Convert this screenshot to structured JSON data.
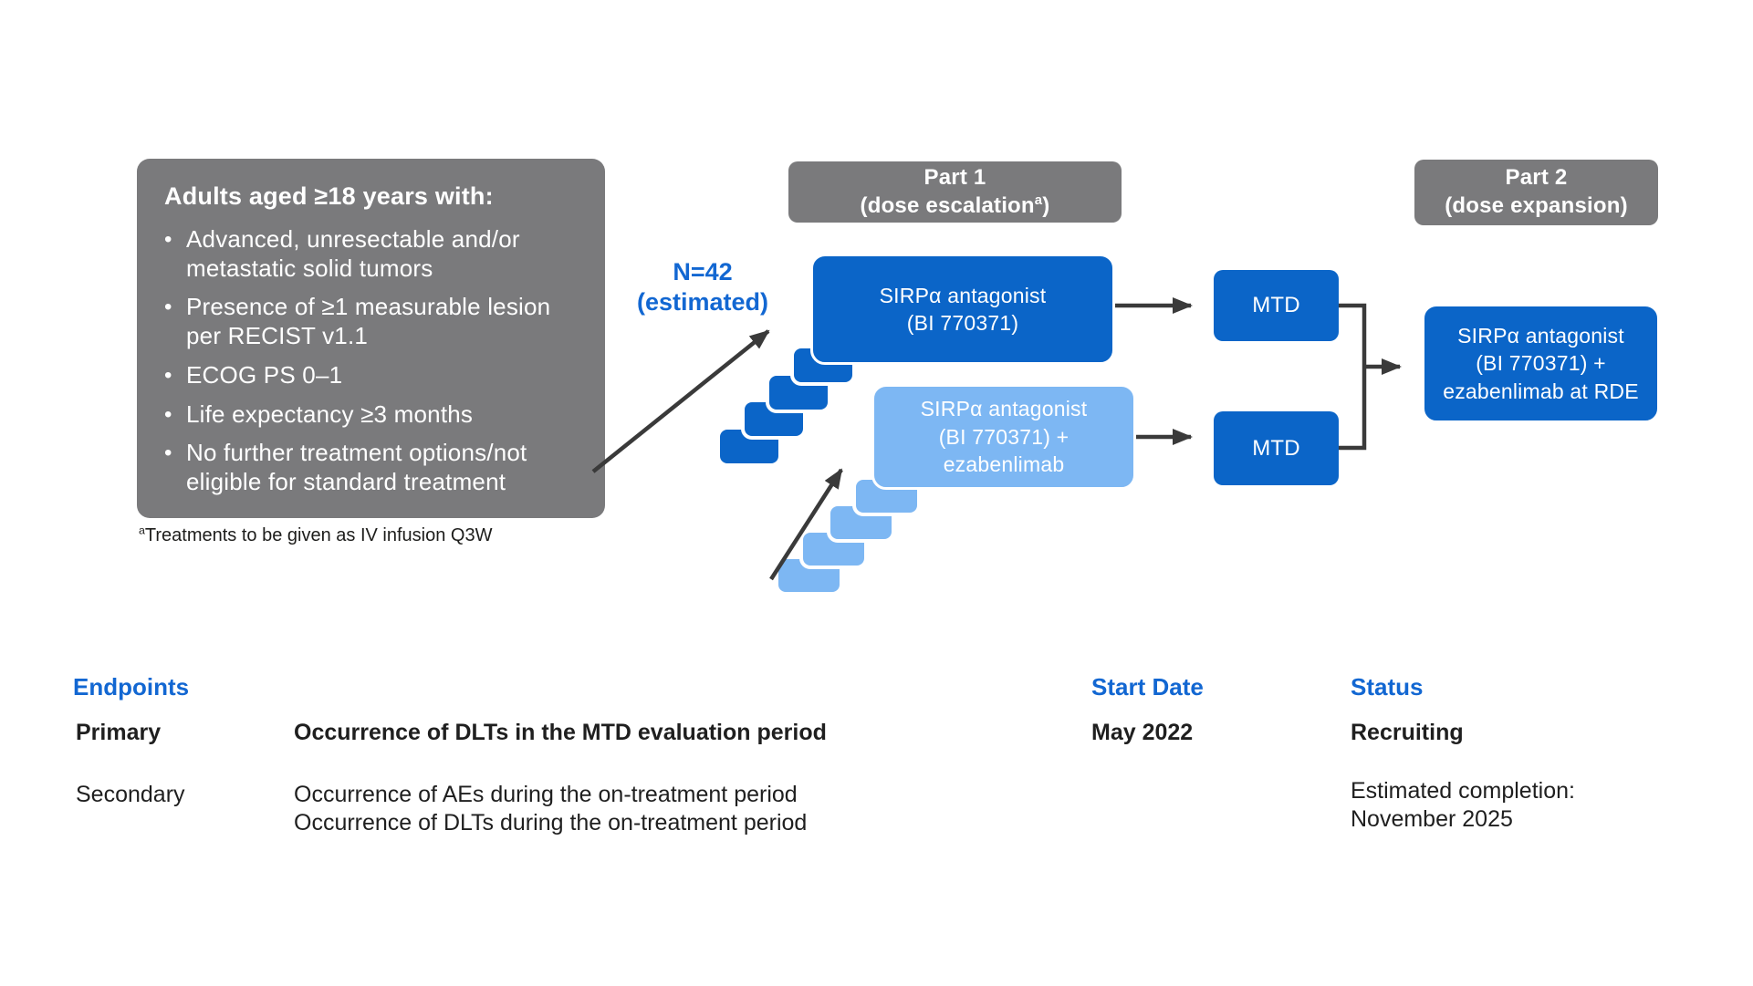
{
  "criteria": {
    "heading": "Adults aged ≥18 years with:",
    "items": [
      "Advanced, unresectable and/or metastatic solid tumors",
      "Presence of ≥1 measurable lesion per RECIST v1.1",
      "ECOG PS 0–1",
      "Life expectancy ≥3 months",
      "No further treatment options/not eligible for standard treatment"
    ]
  },
  "footnote": {
    "marker": "a",
    "text": "Treatments to be given as IV infusion Q3W"
  },
  "part1": {
    "line1": "Part 1",
    "line2_pre": "(dose escalation",
    "marker": "a",
    "line2_post": ")"
  },
  "part2": {
    "line1": "Part 2",
    "line2": "(dose expansion)"
  },
  "n_estimated": {
    "line1": "N=42",
    "line2": "(estimated)"
  },
  "arms": {
    "mono": {
      "line1": "SIRPα antagonist",
      "line2": "(BI 770371)"
    },
    "combo": {
      "line1": "SIRPα antagonist",
      "line2": "(BI 770371) +",
      "line3": "ezabenlimab"
    },
    "mtd1": "MTD",
    "mtd2": "MTD",
    "expansion": {
      "line1": "SIRPα antagonist",
      "line2": "(BI 770371) +",
      "line3": "ezabenlimab at RDE"
    }
  },
  "details": {
    "endpoints": {
      "header": "Endpoints",
      "primary_label": "Primary",
      "primary_value": "Occurrence of DLTs in the MTD evaluation period",
      "secondary_label": "Secondary",
      "secondary_value_line1": "Occurrence of AEs during the on-treatment period",
      "secondary_value_line2": "Occurrence of DLTs during the on-treatment period"
    },
    "start_date": {
      "header": "Start Date",
      "value": "May 2022"
    },
    "status": {
      "header": "Status",
      "value": "Recruiting",
      "completion_line1": "Estimated completion:",
      "completion_line2": "November 2025"
    }
  },
  "colors": {
    "dark_blue": "#0b65c8",
    "light_blue": "#7db7f3",
    "gray": "#7a7a7c",
    "accent_blue": "#1267d2",
    "arrow": "#3a3a3a"
  }
}
